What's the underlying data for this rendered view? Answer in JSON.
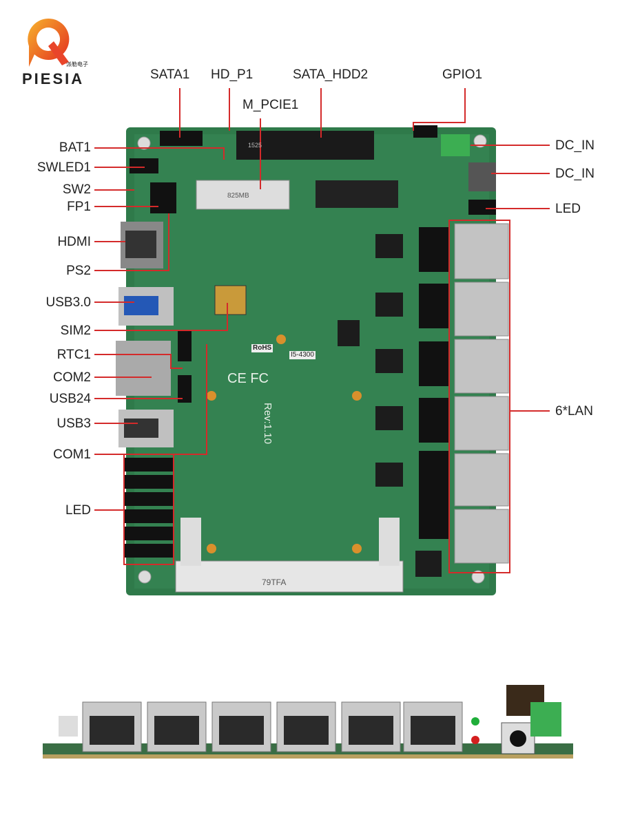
{
  "logo": {
    "brand": "PIESIA",
    "subtitle_cn": "派勒电子"
  },
  "top_labels": {
    "sata1": "SATA1",
    "hd_p1": "HD_P1",
    "sata_hdd2": "SATA_HDD2",
    "m_pcie1": "M_PCIE1",
    "gpio1": "GPIO1"
  },
  "left_labels": {
    "bat1": "BAT1",
    "swled1": "SWLED1",
    "sw2": "SW2",
    "fp1": "FP1",
    "hdmi": "HDMI",
    "ps2": "PS2",
    "usb30": "USB3.0",
    "sim2": "SIM2",
    "rtc1": "RTC1",
    "com2": "COM2",
    "usb24": "USB24",
    "usb3": "USB3",
    "com1": "COM1",
    "led": "LED"
  },
  "right_labels": {
    "dc_in_1": "DC_IN",
    "dc_in_2": "DC_IN",
    "led": "LED",
    "lan": "6*LAN"
  },
  "board_marks": {
    "rev": "Rev:1.10",
    "rohs": "RoHS",
    "model": "I5-4300",
    "dimm": "79TFA",
    "pcie": "825MB",
    "sata": "1525"
  },
  "colors": {
    "pcb": "#2f7a4a",
    "callout": "#d42a2a",
    "port": "#b9b9b9"
  }
}
